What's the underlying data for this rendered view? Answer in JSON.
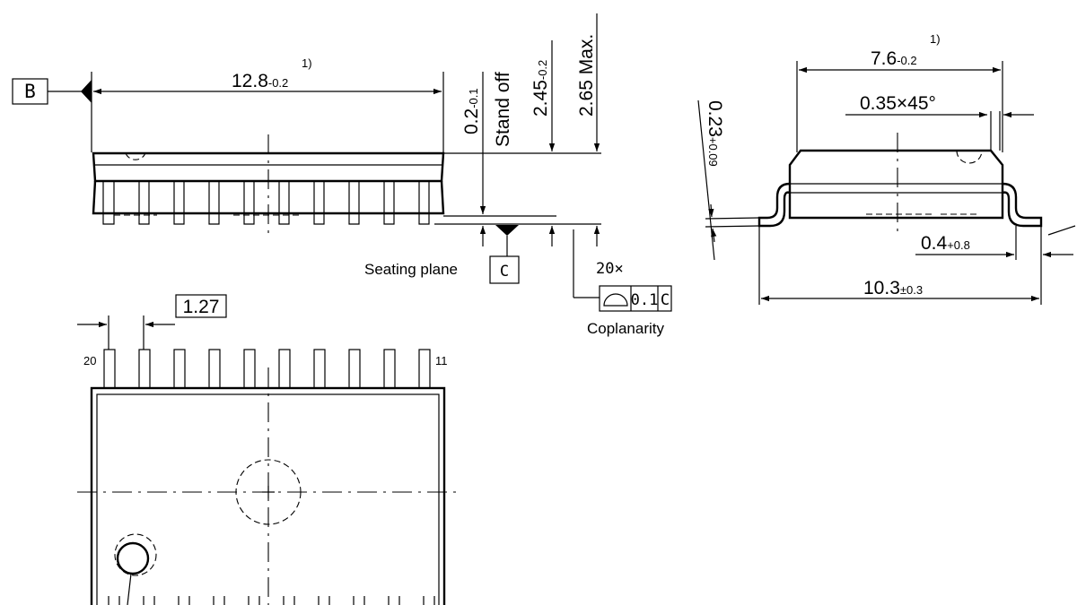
{
  "datum_b": "B",
  "datum_c": "C",
  "length": {
    "nominal": "12.8",
    "tol": "-0.2",
    "note": "1)"
  },
  "width_body": {
    "nominal": "7.6",
    "tol": "-0.2",
    "note": "1)"
  },
  "standoff": {
    "value": "0.2",
    "tol": "-0.1",
    "label": "Stand off"
  },
  "body_height": {
    "value": "2.45",
    "tol": "-0.2"
  },
  "max_height": "2.65 Max.",
  "chamfer": "0.35×45°",
  "lead_thickness": {
    "value": "0.23",
    "tol": "+0.09"
  },
  "lead_length": {
    "value": "0.4",
    "tol": "+0.8"
  },
  "overall_width": {
    "value": "10.3",
    "tol": "±0.3"
  },
  "pitch": "1.27",
  "pin_first": "20",
  "pin_last": "11",
  "seating_plane": "Seating plane",
  "lead_count": "20×",
  "coplanarity_value": "0.1",
  "coplanarity_datum": "C",
  "coplanarity_label": "Coplanarity"
}
